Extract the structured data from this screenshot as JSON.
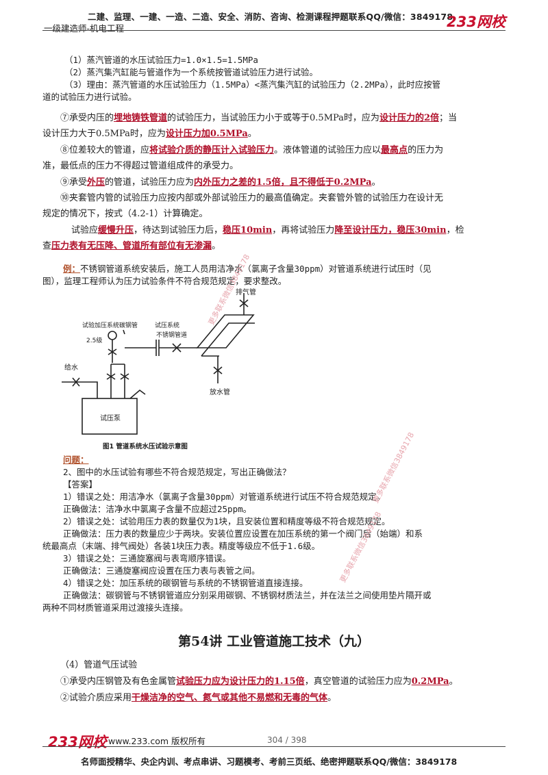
{
  "header": {
    "top_line": "二建、监理、一建、一造、二造、安全、消防、咨询、检测课程押题联系QQ/微信：3849178",
    "subtitle": "一级建造师-机电工程",
    "logo": "233网校"
  },
  "top_block": {
    "line1": "（1）蒸汽管道的水压试验压力=1.0×1.5=1.5MPa",
    "line2": "（2）蒸汽集汽缸能与管道作为一个系统按管道试验压力进行试验。",
    "line3": "（3）理由：蒸汽管道的水压试验压力（1.5MPa）<蒸汽集汽缸的试验压力（2.2MPa），此时应按管",
    "line4": "道的试验压力进行试验。"
  },
  "item7": {
    "a": "⑦承受内压的",
    "b": "埋地铸铁管道",
    "c": "的试验压力，当试验压力小于或等于0.5MPa时，应为",
    "d": "设计压力的2倍",
    "e": "；当",
    "f": "设计压力大于0.5MPa时，应为",
    "g": "设计压力加0.5MPa",
    "h": "。"
  },
  "item8": {
    "a": "⑧位差较大的管道，应",
    "b": "将试验介质的静压计入试验压力",
    "c": "。液体管道的试验压力应以",
    "d": "最高点",
    "e": "的压力为",
    "f": "准，最低点的压力不得超过管道组成件的承受力。"
  },
  "item9": {
    "a": "⑨承受",
    "b": "外压",
    "c": "的管道，试验压力应为",
    "d": "内外压力之差的1.5倍，且不得低于0.2MPa",
    "e": "。"
  },
  "item10": {
    "line1": "⑩夹套管内管的试验压力应按内部或外部试验压力的最高值确定。夹套管外管的试验压力在设计无",
    "line2": "规定的情况下，按式（4.2-1）计算确定。"
  },
  "procedure": {
    "a": "试验应",
    "b": "缓慢升压",
    "c": "，待达到试验压力后，",
    "d": "稳压10min",
    "e": "，再将试验压力",
    "f": "降至设计压力，稳压30min",
    "g": "，检",
    "h": "查",
    "i": "压力表有无压降、管道所有部位有无渗漏",
    "j": "。"
  },
  "example": {
    "label": "例：",
    "line1": "不锈钢管道系统安装后，施工人员用洁净水（氯离子含量30ppm）对管道系统进行试压时（见",
    "line2": "图），监理工程师认为压力试验条件不符合规范规定，要求整改。"
  },
  "diagram": {
    "label_exhaust": "排气管",
    "label_carbon_steel": "试验加压系统碳钢管",
    "label_test_system": "试压系统",
    "label_stainless": "不锈钢管道",
    "label_grade": "2.5级",
    "label_water_in": "给水",
    "label_drain": "放水管",
    "label_pump": "试压泵",
    "caption": "图1  管道系统水压试验示意图"
  },
  "question": {
    "label": "问题：",
    "text": "2、图中的水压试验有哪些不符合规范规定，写出正确做法？"
  },
  "answer": {
    "label": "【答案】",
    "lines": [
      "1）错误之处：用洁净水（氯离子含量30ppm）对管道系统进行试压不符合规范规定。",
      "正确做法：洁净水中氯离子含量不应超过25ppm。",
      "2）错误之处：试验用压力表的数量仅为1块，且安装位置和精度等级不符合规范规定。",
      "正确做法：压力表的数量应少于两块。安装位置应设置在加压系统的第一个阀门后（始端）和系",
      "统最高点（末端、排气阀处）各装1块压力表。精度等级应不低于1.6级。",
      "3）错误之处：三通旋塞阀与表弯顺序错误。",
      "正确做法：三通旋塞阀应设置在压力表与表管之间。",
      "4）错误之处：加压系统的碳钢管与系统的不锈钢管道直接连接。",
      "正确做法：碳钢管与不锈钢管道应分别采用碳钢、不锈钢材质法兰，并在法兰之间使用垫片隔开或",
      "两种不同材质管道采用过渡接头连接。"
    ]
  },
  "section_title": "第54讲  工业管道施工技术（九）",
  "gas_test": {
    "heading": "（4）管道气压试验",
    "item1": {
      "a": "①承受内压钢管及有色金属管",
      "b": "试验压力应为设计压力的1.15倍",
      "c": "，真空管道的试验压力应为",
      "d": "0.2MPa",
      "e": "。"
    },
    "item2": {
      "a": "②试验介质应采用",
      "b": "干燥洁净的空气、氮气或其他不易燃和无毒的气体",
      "c": "。"
    }
  },
  "footer": {
    "logo": "233网校",
    "site": "www.233.com 版权所有",
    "page": "304 / 398",
    "bottom": "名师面授精华、央企内训、考点串讲、习题模考、考前三页纸、绝密押题联系QQ/微信：3849178"
  },
  "watermarks": [
    "更多联系微信3849178",
    "更多联系微信3849178",
    "更多联系微信3849178"
  ]
}
